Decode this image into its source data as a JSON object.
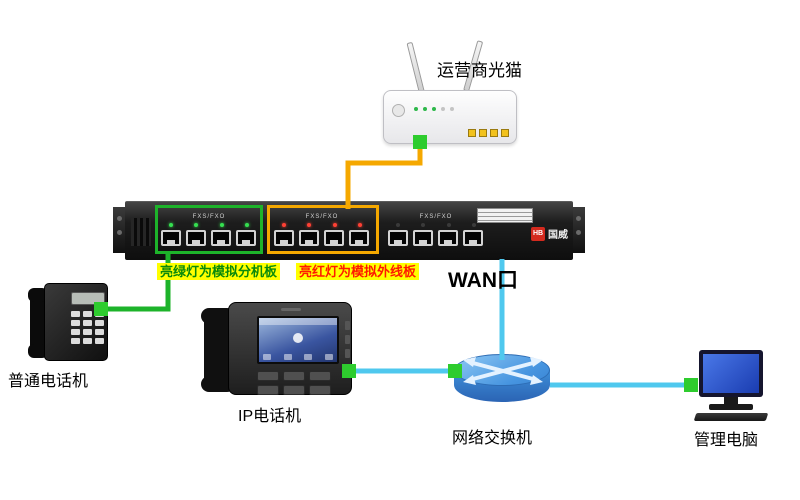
{
  "colors": {
    "green_line": "#1db32a",
    "orange_line": "#f5a800",
    "cyan_line": "#4fc8ee",
    "connector_green": "#2ecc2e",
    "highlight_bg": "#ffff00",
    "ext_text": "#0a8a0a",
    "trunk_text": "#ff1a00"
  },
  "labels": {
    "modem": "运营商光猫",
    "extension_board": "亮绿灯为模拟分机板",
    "trunk_board": "亮红灯为模拟外线板",
    "wan_port": "WAN口",
    "analog_phone": "普通电话机",
    "ip_phone": "IP电话机",
    "network_switch": "网络交换机",
    "management_pc": "管理电脑"
  },
  "device": {
    "brand_mark": "HB",
    "brand": "国威",
    "port_groups": [
      {
        "label": "FXS/FXO"
      },
      {
        "label": "FXS/FXO"
      },
      {
        "label": "FXS/FXO"
      }
    ]
  }
}
